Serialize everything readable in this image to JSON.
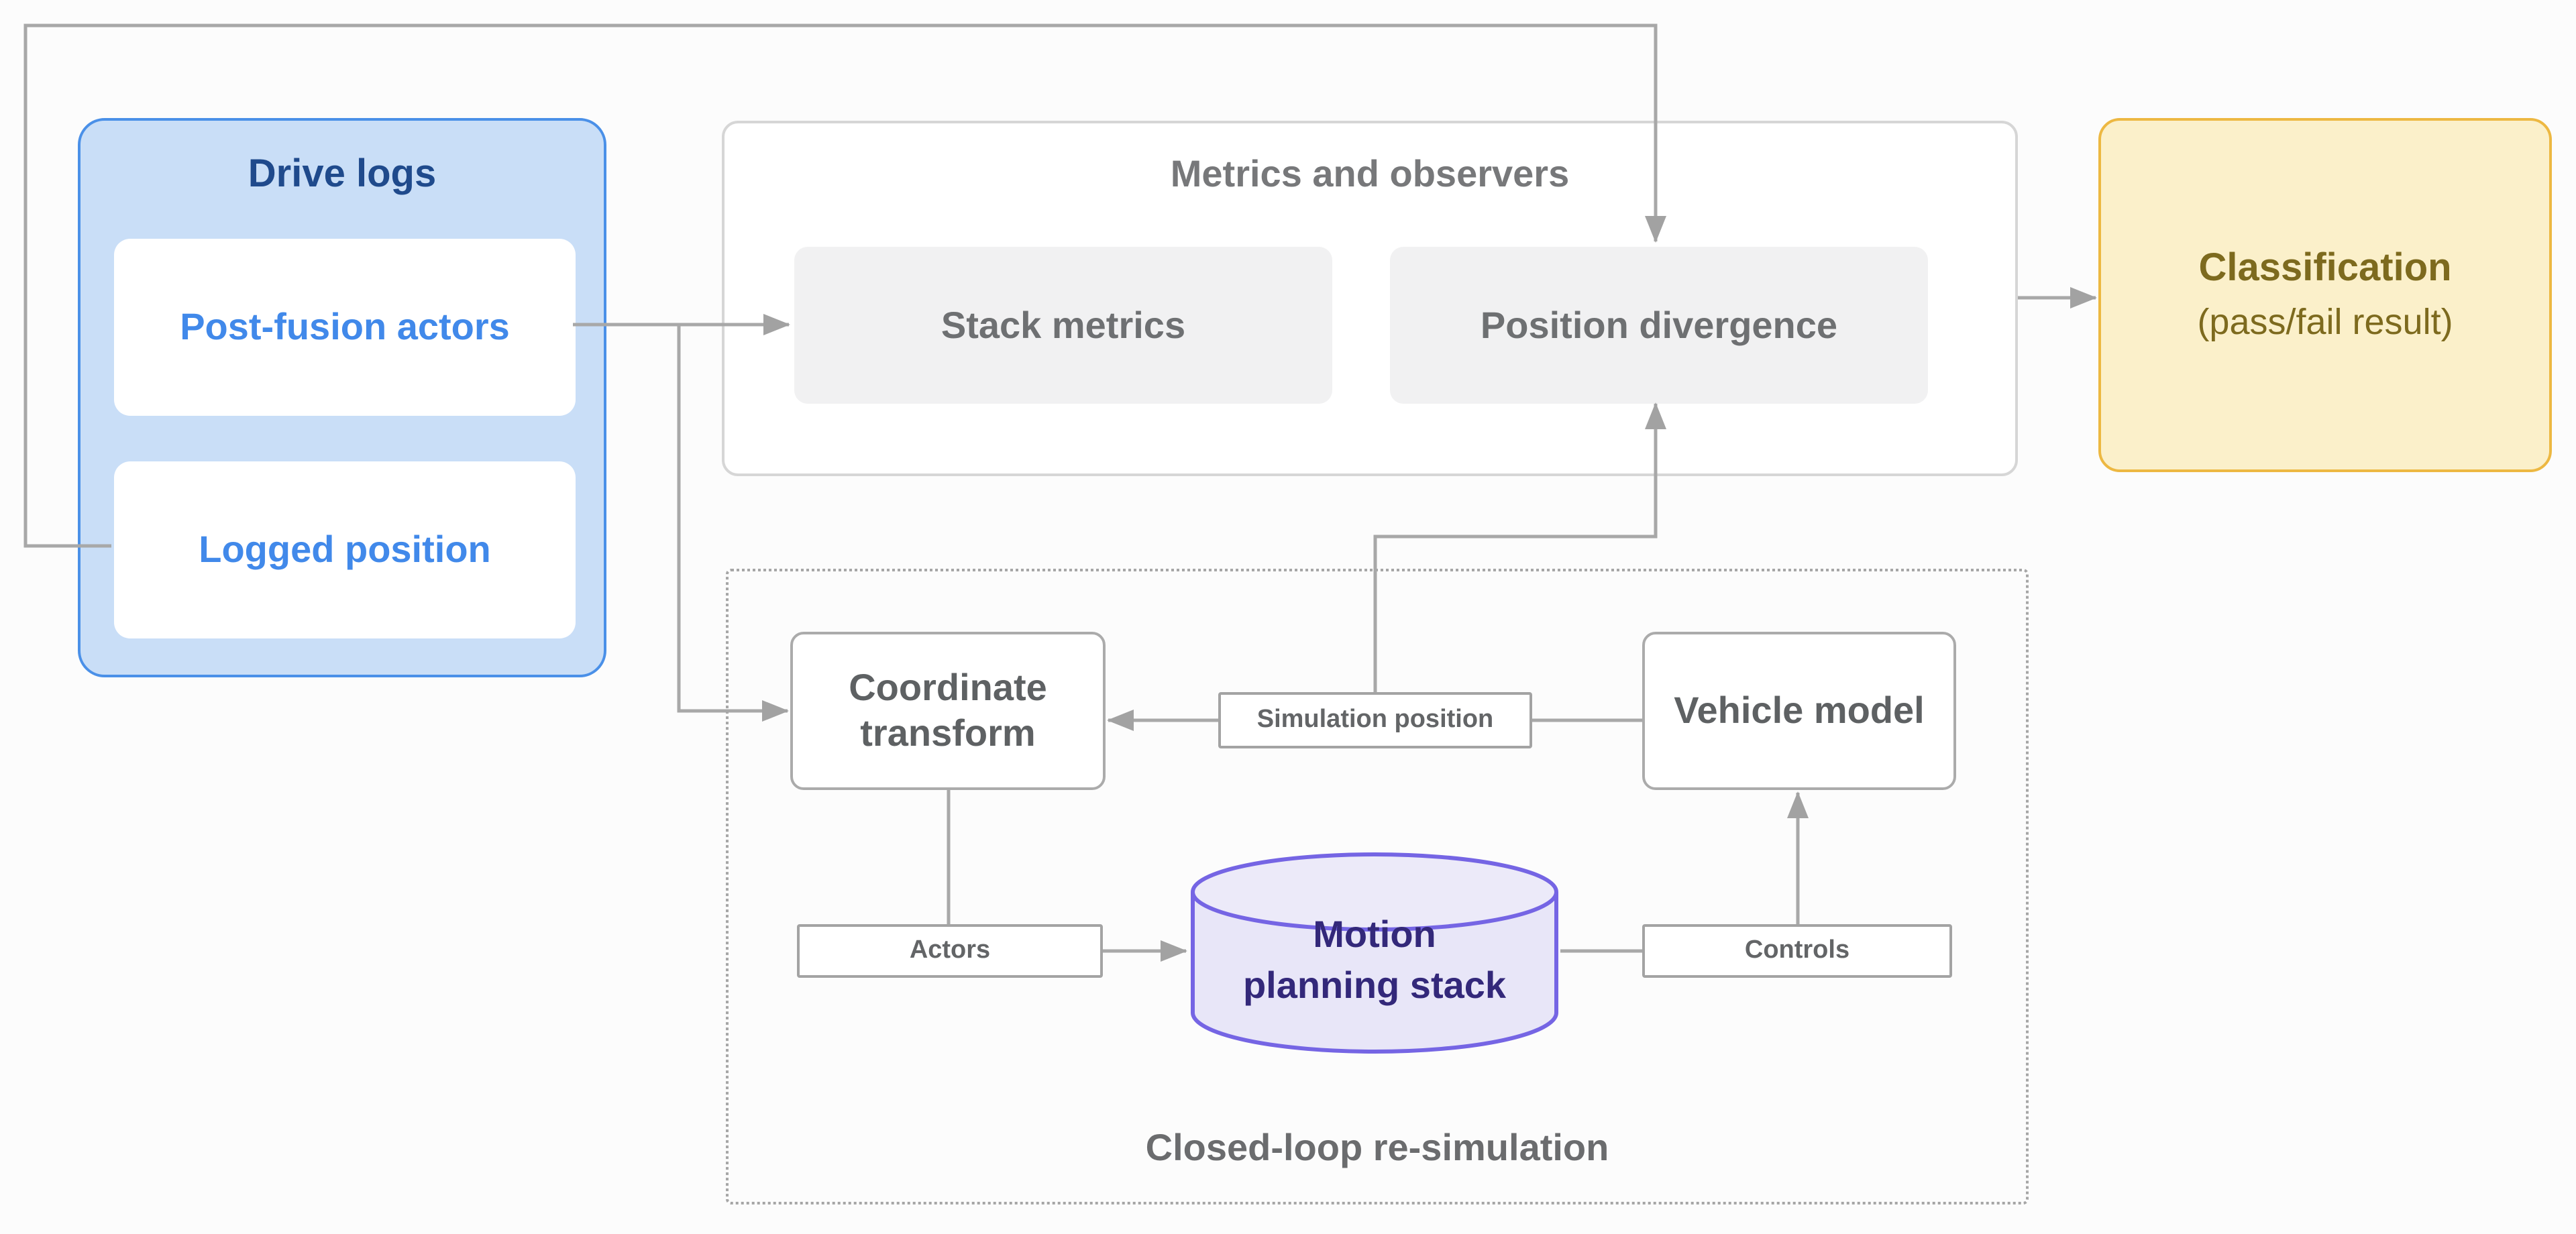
{
  "nodes": {
    "drive_logs": {
      "title": "Drive logs",
      "items": [
        "Post-fusion actors",
        "Logged position"
      ]
    },
    "metrics_and_observers": {
      "title": "Metrics and observers",
      "items": [
        "Stack metrics",
        "Position divergence"
      ]
    },
    "classification": {
      "title": "Classification",
      "subtitle": "(pass/fail result)"
    },
    "closed_loop": {
      "label": "Closed-loop re-simulation",
      "coordinate_transform": "Coordinate transform",
      "simulation_position": "Simulation position",
      "vehicle_model": "Vehicle model",
      "actors": "Actors",
      "motion_planning_stack": "Motion planning stack",
      "controls": "Controls"
    }
  },
  "edges": [
    {
      "from": "Logged position",
      "to": "Position divergence",
      "arrowhead": true
    },
    {
      "from": "Post-fusion actors",
      "to": "Stack metrics",
      "arrowhead": true
    },
    {
      "from": "Post-fusion actors",
      "to": "Coordinate transform",
      "arrowhead": true
    },
    {
      "from": "Metrics and observers",
      "to": "Classification",
      "arrowhead": true
    },
    {
      "from": "Simulation position",
      "to": "Position divergence",
      "arrowhead": true
    },
    {
      "from": "Simulation position",
      "to": "Coordinate transform",
      "arrowhead": true
    },
    {
      "from": "Vehicle model",
      "to": "Simulation position",
      "arrowhead": false
    },
    {
      "from": "Coordinate transform",
      "to": "Actors",
      "arrowhead": false
    },
    {
      "from": "Actors",
      "to": "Motion planning stack",
      "arrowhead": true
    },
    {
      "from": "Motion planning stack",
      "to": "Controls",
      "arrowhead": false
    },
    {
      "from": "Controls",
      "to": "Vehicle model",
      "arrowhead": true
    }
  ],
  "colors": {
    "background": "#fcfcfc",
    "drive_logs_fill": "#c9def7",
    "drive_logs_border": "#4a90e8",
    "drive_logs_title_text": "#1f4a8c",
    "drive_item_text": "#4189ea",
    "metrics_border": "#d6d6d6",
    "metrics_title_text": "#77787a",
    "metric_item_fill": "#f1f1f2",
    "metric_item_text": "#6e7072",
    "classification_fill": "#fbf0ca",
    "classification_border": "#edb842",
    "classification_text": "#7d6a1e",
    "process_box_border": "#ababab",
    "process_box_text": "#5e6163",
    "cylinder_fill": "#e8e6f8",
    "cylinder_border": "#7565e4",
    "cylinder_text": "#33287a",
    "connector_line": "#a8a8a8",
    "dotted_border": "#a6a6a6"
  }
}
